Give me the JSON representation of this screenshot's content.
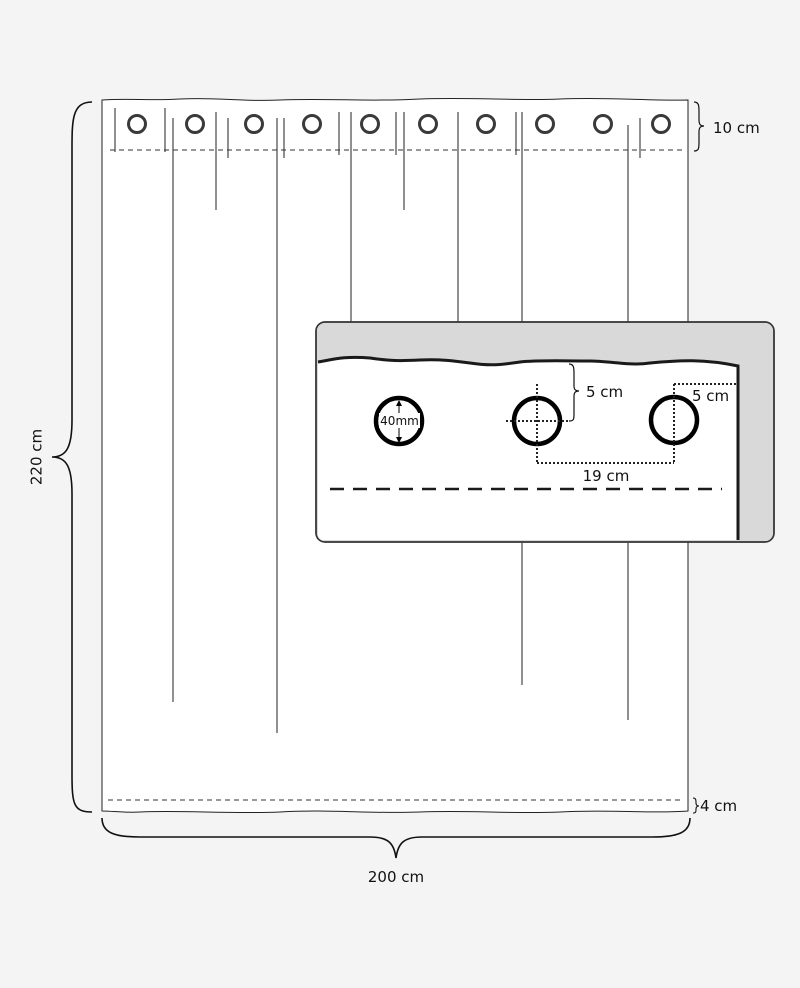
{
  "dimensions": {
    "height": "220 cm",
    "width": "200 cm",
    "top_hem": "10 cm",
    "bottom_hem": "4 cm"
  },
  "detail": {
    "eyelet_diameter": "40mm",
    "top_offset": "5 cm",
    "side_offset": "5 cm",
    "eyelet_spacing": "19 cm"
  },
  "eyelet_count": 10,
  "colors": {
    "background": "#f4f4f4",
    "curtain": "#ffffff",
    "line": "#222222",
    "inset_shade": "#d9d9d9"
  }
}
